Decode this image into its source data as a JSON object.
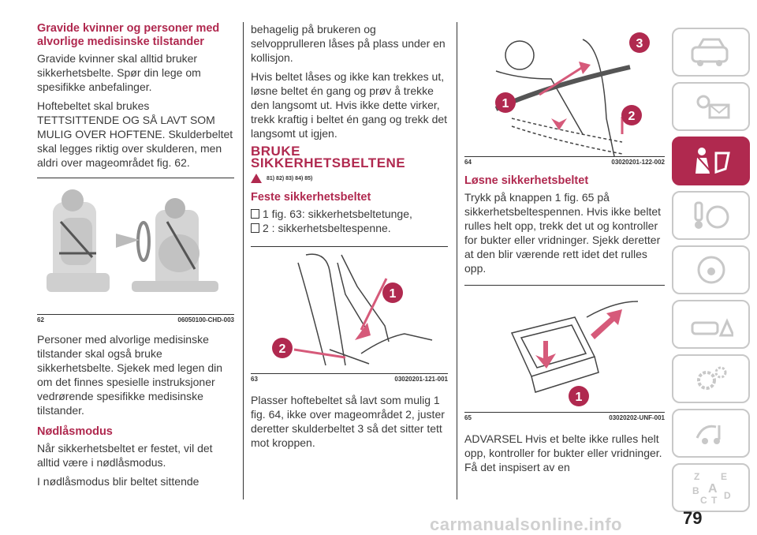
{
  "col1": {
    "h_pregnant": "Gravide kvinner og personer med alvorlige medisinske tilstander",
    "p1": "Gravide kvinner skal alltid bruker sikkerhetsbelte. Spør din lege om spesifikke anbefalinger.",
    "p2": "Hoftebeltet skal brukes TETTSITTENDE OG SÅ LAVT SOM MULIG OVER HOFTENE. Skulderbeltet skal legges riktig over skulderen, men aldri over mageområdet fig. 62.",
    "fig62_num": "62",
    "fig62_code": "06050100-CHD-003",
    "p3": "Personer med alvorlige medisinske tilstander skal også bruke sikkerhetsbelte. Sjekek med legen din om det finnes spesielle instruksjoner vedrørende spesifikke medisinske tilstander.",
    "h_lock": "Nødlåsmodus",
    "p4": "Når sikkerhetsbeltet er festet, vil det alltid være i nødlåsmodus.",
    "p5": "I nødlåsmodus blir beltet sittende"
  },
  "col2": {
    "p1": "behagelig på brukeren og selvopprulleren låses på plass under en kollisjon.",
    "p2": "Hvis beltet låses og ikke kan trekkes ut, løsne beltet én gang og prøv å trekke den langsomt ut. Hvis ikke dette virker, trekk kraftig i beltet én gang og trekk det langsomt ut igjen.",
    "h_use": "BRUKE SIKKERHETSBELTENE",
    "warn_refs": "81) 82) 83) 84) 85)",
    "h_fasten": "Feste sikkerhetsbeltet",
    "item1": "1 fig. 63: sikkerhetsbeltetunge,",
    "item2": "2 : sikkerhetsbeltespenne.",
    "fig63_num": "63",
    "fig63_code": "03020201-121-001",
    "p3": "Plasser hoftebeltet så lavt som mulig 1 fig. 64, ikke over mageområdet 2, juster deretter skulderbeltet 3 så det sitter tett mot kroppen."
  },
  "col3": {
    "fig64_num": "64",
    "fig64_code": "03020201-122-002",
    "h_release": "Løsne sikkerhetsbeltet",
    "p1": "Trykk på knappen 1 fig. 65 på sikkerhetsbeltespennen. Hvis ikke beltet rulles helt opp, trekk det ut og kontroller for bukter eller vridninger. Sjekk deretter at den blir værende rett idet det rulles opp.",
    "fig65_num": "65",
    "fig65_code": "03020202-UNF-001",
    "p2": "ADVARSEL Hvis et belte ikke rulles helt opp, kontroller for bukter eller vridninger. Få det inspisert av en"
  },
  "labels": {
    "n1": "1",
    "n2": "2",
    "n3": "3"
  },
  "sidebar": {
    "tabs": [
      "dashboard-icon",
      "warning-lights-icon",
      "safety-seatbelt-icon",
      "key-start-icon",
      "steering-wheel-icon",
      "emergency-car-icon",
      "maintenance-gears-icon",
      "multimedia-icon",
      "index-letters-icon"
    ],
    "active_index": 2,
    "index_letters": [
      "Z",
      "E",
      "B",
      "A",
      "C",
      "T",
      "D"
    ]
  },
  "page_number": "79",
  "watermark": "carmanualsonline.info",
  "colors": {
    "accent": "#b0294f",
    "rule": "#333333",
    "tab_border": "#c8c8c8"
  }
}
